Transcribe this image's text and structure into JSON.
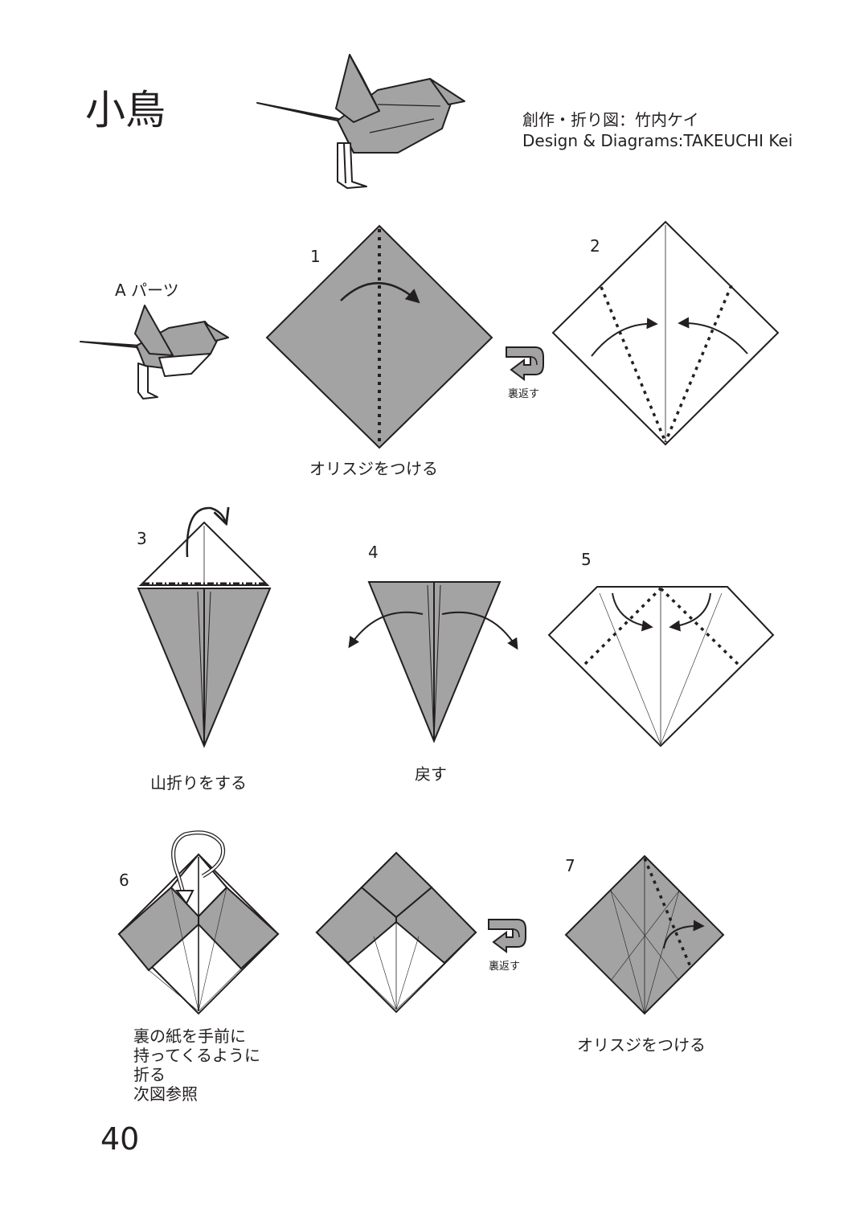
{
  "title": "小鳥",
  "credit": {
    "line1": "創作・折り図：竹内ケイ",
    "line2": "Design & Diagrams:TAKEUCHI Kei"
  },
  "part_label": "A パーツ",
  "steps": [
    {
      "number": "1",
      "caption": "オリスジをつける"
    },
    {
      "number": "2",
      "caption": ""
    },
    {
      "number": "3",
      "caption": "山折りをする"
    },
    {
      "number": "4",
      "caption": "戻す"
    },
    {
      "number": "5",
      "caption": ""
    },
    {
      "number": "6",
      "caption_lines": [
        "裏の紙を手前に",
        "持ってくるように",
        "折る",
        "次図参照"
      ]
    },
    {
      "number": "7",
      "caption": "オリスジをつける"
    }
  ],
  "flip_label": "裏返す",
  "page_number": "40",
  "colors": {
    "paper_colored": "#a3a3a3",
    "paper_white": "#ffffff",
    "line": "#231f20"
  }
}
